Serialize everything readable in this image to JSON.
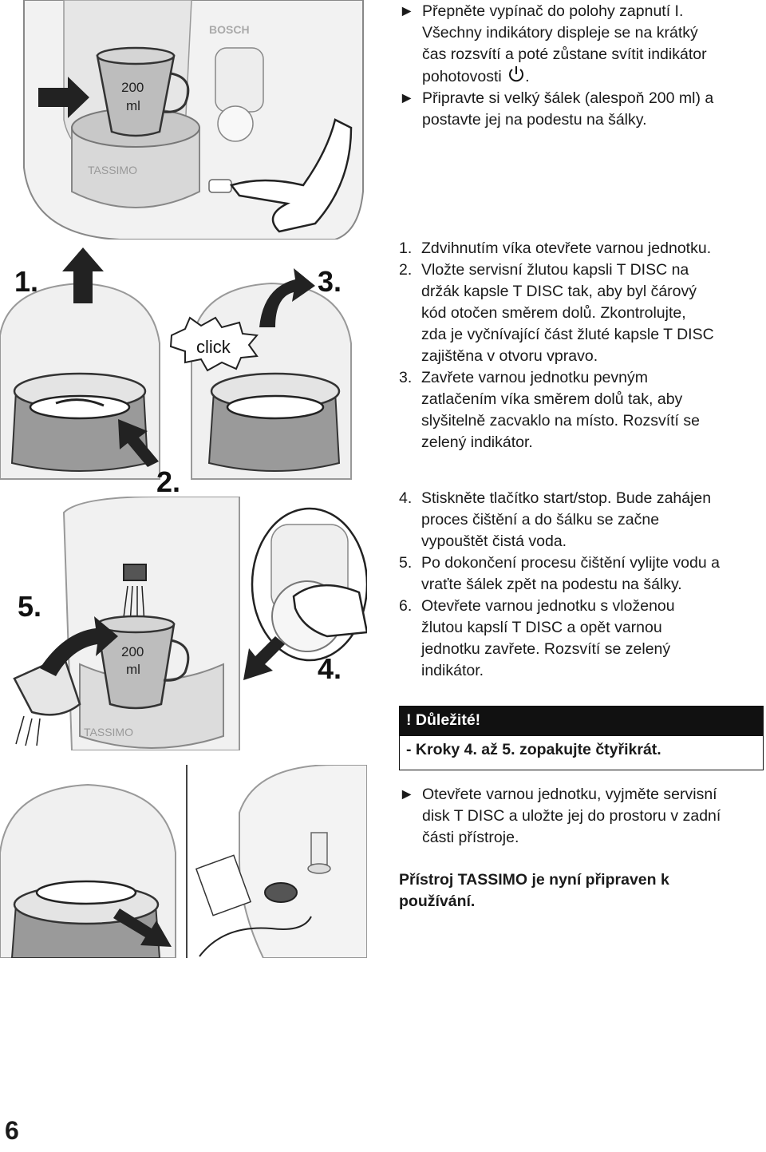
{
  "block1": {
    "item1_line1": "Přepněte vypínač do polohy zapnutí I.",
    "item1_line2": "Všechny indikátory displeje se na krátký",
    "item1_line3": "čas rozsvítí a poté zůstane svítit indikátor",
    "item1_line4": "pohotovosti",
    "item2_line1": "Připravte si velký šálek (alespoň 200 ml) a",
    "item2_line2": "postavte jej na podestu na šálky."
  },
  "steps_a": [
    {
      "num": "1.",
      "lines": [
        "Zdvihnutím víka otevřete varnou jednotku."
      ]
    },
    {
      "num": "2.",
      "lines": [
        "Vložte servisní žlutou kapsli T DISC na",
        "držák kapsle T DISC tak, aby byl čárový",
        "kód otočen směrem dolů. Zkontrolujte,",
        "zda je vyčnívající část žluté kapsle T DISC",
        "zajištěna v otvoru vpravo."
      ]
    },
    {
      "num": "3.",
      "lines": [
        "Zavřete varnou jednotku pevným",
        "zatlačením víka směrem dolů tak, aby",
        "slyšitelně zacvaklo na místo. Rozsvítí se",
        "zelený indikátor."
      ]
    }
  ],
  "steps_b": [
    {
      "num": "4.",
      "lines": [
        "Stiskněte tlačítko start/stop. Bude zahájen",
        "proces čištění a do šálku se začne",
        "vypouštět čistá voda."
      ]
    },
    {
      "num": "5.",
      "lines": [
        "Po dokončení procesu čištění vylijte vodu a",
        "vraťte šálek zpět na podestu na šálky."
      ]
    },
    {
      "num": "6.",
      "lines": [
        "Otevřete varnou jednotku s vloženou",
        "žlutou kapslí T DISC a opět varnou",
        "jednotku zavřete. Rozsvítí se zelený",
        "indikátor."
      ]
    }
  ],
  "important": {
    "heading": "! Důležité!",
    "text": "- Kroky 4. až 5. zopakujte čtyřikrát."
  },
  "block_final": {
    "line1": "Otevřete varnou jednotku, vyjměte servisní",
    "line2": "disk T DISC a uložte jej do prostoru v zadní",
    "line3": "části přístroje."
  },
  "ready_line1": "Přístroj TASSIMO je nyní připraven k",
  "ready_line2": "používání.",
  "page_number": "6",
  "illustrations": {
    "cup_label_1": "200",
    "cup_label_2": "ml",
    "brand_bosch": "BOSCH",
    "brand_tassimo": "TASSIMO",
    "click_label": "click",
    "fig_num_1": "1.",
    "fig_num_2": "2.",
    "fig_num_3": "3.",
    "fig_num_4": "4.",
    "fig_num_5": "5."
  }
}
